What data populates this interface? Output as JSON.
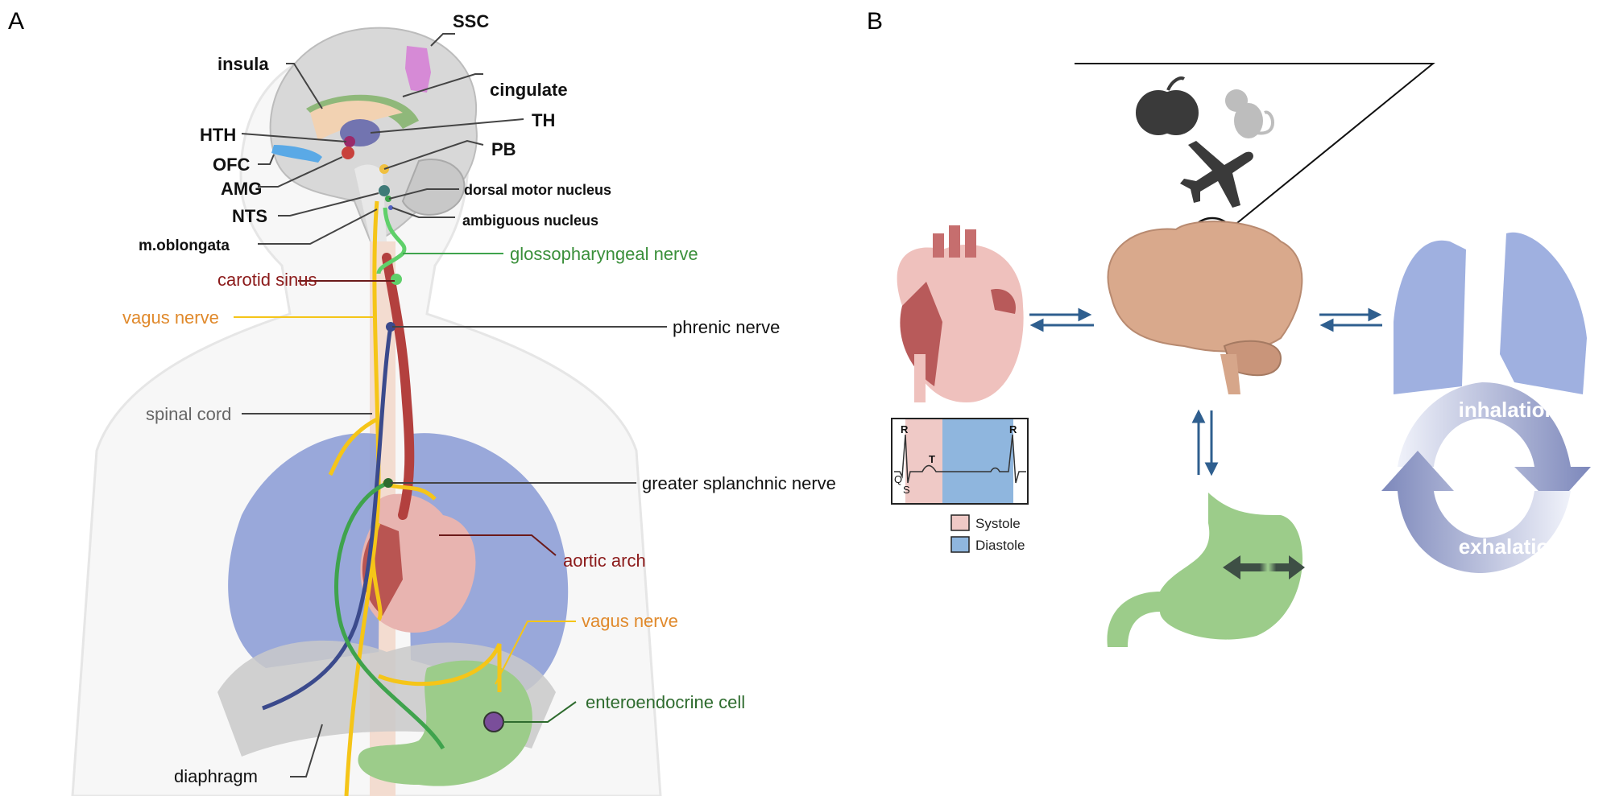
{
  "panels": {
    "a": "A",
    "b": "B"
  },
  "panel_a": {
    "brain_labels": {
      "ssc": "SSC",
      "insula": "insula",
      "cingulate": "cingulate",
      "th": "TH",
      "hth": "HTH",
      "pb": "PB",
      "ofc": "OFC",
      "amg": "AMG",
      "dorsal_motor_nucleus": "dorsal motor nucleus",
      "nts": "NTS",
      "ambiguous_nucleus": "ambiguous nucleus",
      "m_oblongata": "m.oblongata"
    },
    "body_labels": {
      "glossopharyngeal_nerve": "glossopharyngeal nerve",
      "carotid_sinus": "carotid sinus",
      "vagus_nerve_upper": "vagus nerve",
      "phrenic_nerve": "phrenic nerve",
      "spinal_cord": "spinal cord",
      "greater_splanchnic_nerve": "greater splanchnic nerve",
      "aortic_arch": "aortic arch",
      "vagus_nerve_lower": "vagus nerve",
      "enteroendocrine_cell": "enteroendocrine cell",
      "diaphragm": "diaphragm"
    },
    "colors": {
      "vagus": "#f5c518",
      "glossopharyngeal": "#3fa34d",
      "phrenic": "#3b4a8c",
      "artery": "#b3403e",
      "lungs": "#8e9fd6",
      "stomach": "#9ccc8a",
      "label_red": "#8b1a1a",
      "label_orange": "#e0892b",
      "label_green": "#3a8f3a",
      "label_darkgreen": "#2e6b2e",
      "label_gray": "#666666"
    }
  },
  "panel_b": {
    "ecg": {
      "r_left": "R",
      "r_right": "R",
      "t": "T",
      "q": "Q",
      "s": "S"
    },
    "legend": [
      {
        "label": "Systole",
        "color": "#efc9c6"
      },
      {
        "label": "Diastole",
        "color": "#8fb6de"
      }
    ],
    "cycle": {
      "inhalation": "inhalation",
      "exhalation": "exhalation"
    },
    "icons": [
      "apple-icon",
      "monkey-icon",
      "airplane-icon",
      "eye-icon"
    ],
    "arrow_color": "#2f5f8f"
  }
}
